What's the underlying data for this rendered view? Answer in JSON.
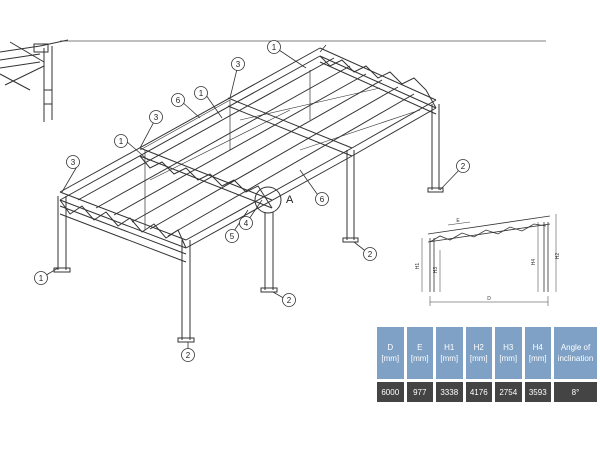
{
  "callouts": {
    "c1": "1",
    "c2": "2",
    "c3": "3",
    "c4": "4",
    "c5": "5",
    "c6": "6"
  },
  "detail_label": "A",
  "side_view": {
    "dim_e": "E",
    "dim_d": "D",
    "dim_h1": "H1",
    "dim_h2": "H2",
    "dim_h3": "H3",
    "dim_h4": "H4"
  },
  "table": {
    "headers": [
      {
        "name": "D",
        "unit": "[mm]"
      },
      {
        "name": "E",
        "unit": "[mm]"
      },
      {
        "name": "H1",
        "unit": "[mm]"
      },
      {
        "name": "H2",
        "unit": "[mm]"
      },
      {
        "name": "H3",
        "unit": "[mm]"
      },
      {
        "name": "H4",
        "unit": "[mm]"
      },
      {
        "name": "Angle of",
        "unit": "inclination"
      }
    ],
    "values": [
      "6000",
      "977",
      "3338",
      "4176",
      "2754",
      "3593",
      "8°"
    ]
  },
  "colors": {
    "header_bg": "#7ea1c5",
    "value_bg": "#444444",
    "line": "#333333"
  }
}
